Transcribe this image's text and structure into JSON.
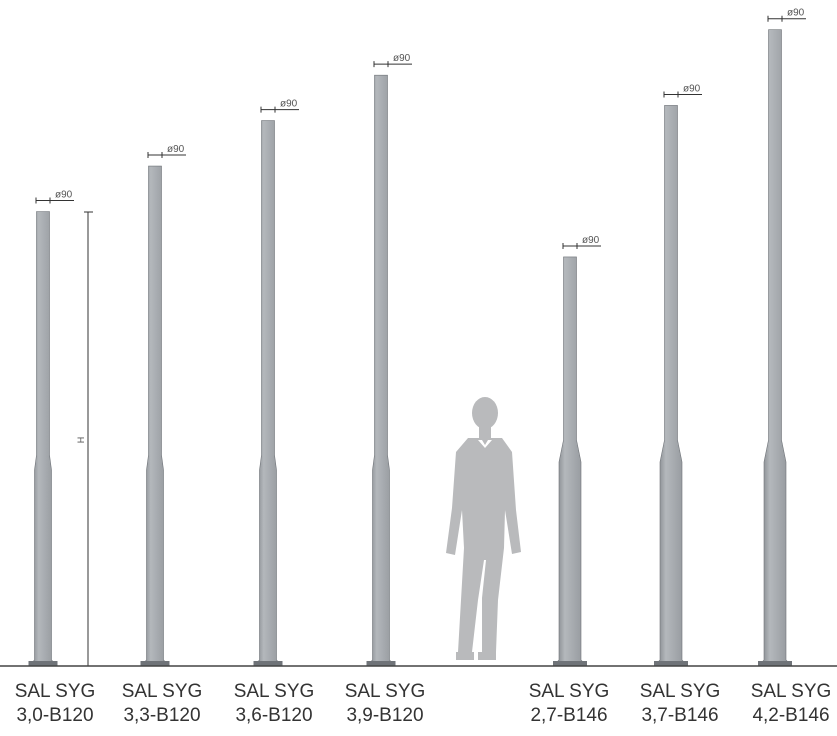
{
  "diameter_label": "ø90",
  "height_label": "H",
  "colors": {
    "pole": "#8f9398",
    "pole_shade": "#6f7378",
    "pole_highlight": "#b4b8bc",
    "figure": "#b9babc",
    "ground": "#444444",
    "text": "#333333"
  },
  "poles": [
    {
      "name_line1": "SAL SYG",
      "name_line2": "3,0-B120",
      "height_m": 3.0,
      "base_type": "B120"
    },
    {
      "name_line1": "SAL SYG",
      "name_line2": "3,3-B120",
      "height_m": 3.3,
      "base_type": "B120"
    },
    {
      "name_line1": "SAL SYG",
      "name_line2": "3,6-B120",
      "height_m": 3.6,
      "base_type": "B120"
    },
    {
      "name_line1": "SAL SYG",
      "name_line2": "3,9-B120",
      "height_m": 3.9,
      "base_type": "B120"
    },
    {
      "name_line1": "SAL SYG",
      "name_line2": "2,7-B146",
      "height_m": 2.7,
      "base_type": "B146"
    },
    {
      "name_line1": "SAL SYG",
      "name_line2": "3,7-B146",
      "height_m": 3.7,
      "base_type": "B146"
    },
    {
      "name_line1": "SAL SYG",
      "name_line2": "4,2-B146",
      "height_m": 4.2,
      "base_type": "B146"
    }
  ]
}
